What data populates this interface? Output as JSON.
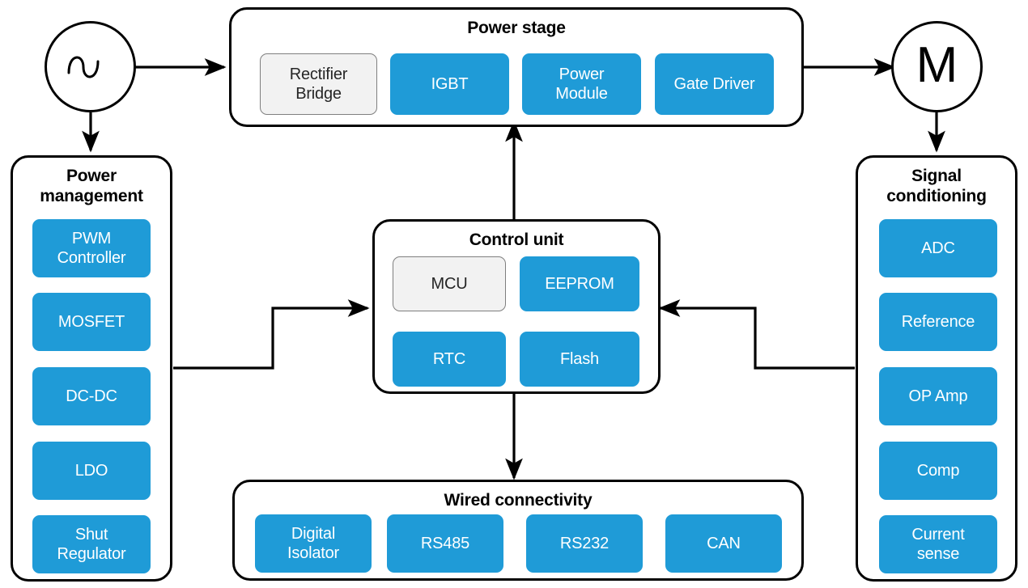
{
  "diagram": {
    "title_color": "#000000",
    "accent_color": "#1f9bd7",
    "muted_block_color": "#f2f2f2",
    "source": {
      "label": "",
      "icon": "ac-sine-source-icon"
    },
    "motor": {
      "label": "M",
      "icon": "motor-icon"
    }
  },
  "power_stage": {
    "title": "Power stage",
    "blocks": [
      {
        "label": "Rectifier Bridge",
        "line1": "Rectifier",
        "line2": "Bridge",
        "style": "gray"
      },
      {
        "label": "IGBT",
        "line1": "IGBT",
        "line2": "",
        "style": "blue"
      },
      {
        "label": "Power Module",
        "line1": "Power",
        "line2": "Module",
        "style": "blue"
      },
      {
        "label": "Gate Driver",
        "line1": "Gate Driver",
        "line2": "",
        "style": "blue"
      }
    ]
  },
  "power_management": {
    "title_line1": "Power",
    "title_line2": "management",
    "blocks": [
      {
        "label": "PWM Controller",
        "line1": "PWM",
        "line2": "Controller",
        "style": "blue"
      },
      {
        "label": "MOSFET",
        "line1": "MOSFET",
        "line2": "",
        "style": "blue"
      },
      {
        "label": "DC-DC",
        "line1": "DC-DC",
        "line2": "",
        "style": "blue"
      },
      {
        "label": "LDO",
        "line1": "LDO",
        "line2": "",
        "style": "blue"
      },
      {
        "label": "Shut Regulator",
        "line1": "Shut",
        "line2": "Regulator",
        "style": "blue"
      }
    ]
  },
  "control_unit": {
    "title": "Control unit",
    "blocks": [
      {
        "label": "MCU",
        "line1": "MCU",
        "line2": "",
        "style": "gray"
      },
      {
        "label": "EEPROM",
        "line1": "EEPROM",
        "line2": "",
        "style": "blue"
      },
      {
        "label": "RTC",
        "line1": "RTC",
        "line2": "",
        "style": "blue"
      },
      {
        "label": "Flash",
        "line1": "Flash",
        "line2": "",
        "style": "blue"
      }
    ]
  },
  "signal_conditioning": {
    "title_line1": "Signal",
    "title_line2": "conditioning",
    "blocks": [
      {
        "label": "ADC",
        "line1": "ADC",
        "line2": "",
        "style": "blue"
      },
      {
        "label": "Reference",
        "line1": "Reference",
        "line2": "",
        "style": "blue"
      },
      {
        "label": "OP Amp",
        "line1": "OP Amp",
        "line2": "",
        "style": "blue"
      },
      {
        "label": "Comp",
        "line1": "Comp",
        "line2": "",
        "style": "blue"
      },
      {
        "label": "Current sense",
        "line1": "Current",
        "line2": "sense",
        "style": "blue"
      }
    ]
  },
  "wired_connectivity": {
    "title": "Wired connectivity",
    "blocks": [
      {
        "label": "Digital Isolator",
        "line1": "Digital",
        "line2": "Isolator",
        "style": "blue"
      },
      {
        "label": "RS485",
        "line1": "RS485",
        "line2": "",
        "style": "blue"
      },
      {
        "label": "RS232",
        "line1": "RS232",
        "line2": "",
        "style": "blue"
      },
      {
        "label": "CAN",
        "line1": "CAN",
        "line2": "",
        "style": "blue"
      }
    ]
  },
  "connections": [
    {
      "name": "source-to-power-stage",
      "from": "source",
      "to": "power_stage",
      "arrow": "single"
    },
    {
      "name": "source-to-power-management",
      "from": "source",
      "to": "power_management",
      "arrow": "single"
    },
    {
      "name": "power-stage-to-motor",
      "from": "power_stage",
      "to": "motor",
      "arrow": "single"
    },
    {
      "name": "motor-to-signal-conditioning",
      "from": "motor",
      "to": "signal_conditioning",
      "arrow": "single"
    },
    {
      "name": "control-unit-to-power-stage",
      "from": "control_unit",
      "to": "power_stage",
      "arrow": "single"
    },
    {
      "name": "power-management-to-control-unit",
      "from": "power_management",
      "to": "control_unit",
      "arrow": "single"
    },
    {
      "name": "signal-conditioning-to-control-unit",
      "from": "signal_conditioning",
      "to": "control_unit",
      "arrow": "single"
    },
    {
      "name": "control-unit-to-wired-connectivity",
      "from": "control_unit",
      "to": "wired_connectivity",
      "arrow": "double"
    }
  ]
}
